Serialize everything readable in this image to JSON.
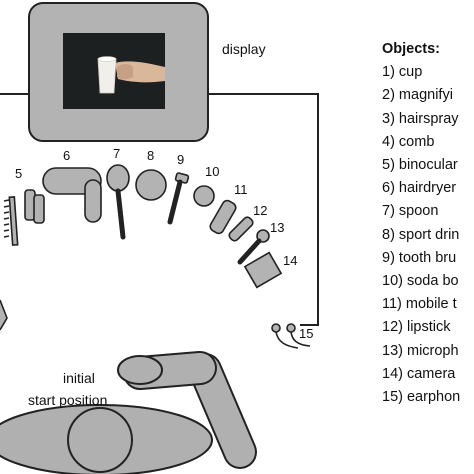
{
  "display_label": "display",
  "start_label_line1": "initial",
  "start_label_line2": "start position",
  "legend": {
    "title": "Objects:",
    "items": [
      "1) cup",
      "2) magnifyi",
      "3) hairspray",
      "4) comb",
      "5) binocular",
      "6) hairdryer",
      "7) spoon",
      "8) sport drin",
      "9) tooth bru",
      "10) soda bo",
      "11) mobile t",
      "12) lipstick",
      "13) microph",
      "14) camera",
      "15) earphon"
    ]
  },
  "object_numbers": [
    "5",
    "6",
    "7",
    "8",
    "9",
    "10",
    "11",
    "12",
    "13",
    "14",
    "15"
  ],
  "colors": {
    "object_fill": "#b3b3b3",
    "outline": "#222222",
    "screen": "#1c2020",
    "arm": "#b0b0b0"
  }
}
